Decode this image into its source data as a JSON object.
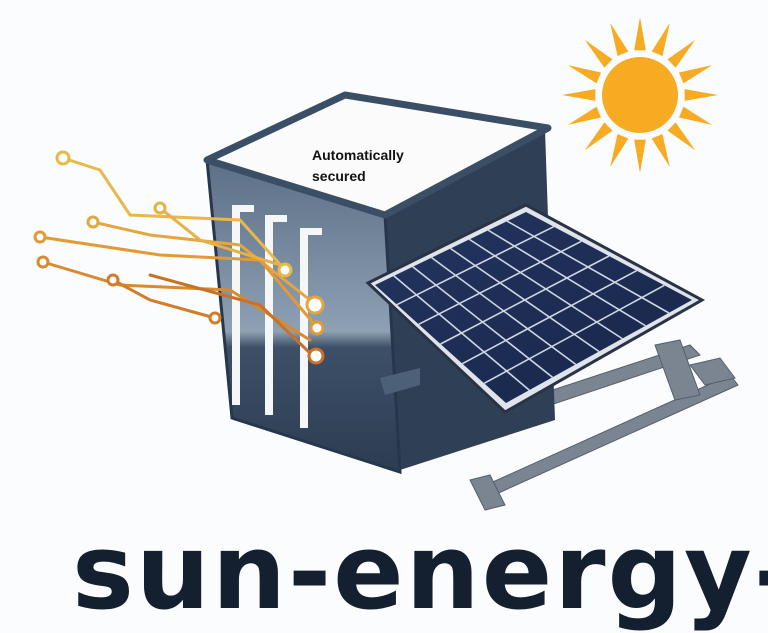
{
  "illustration": {
    "top_label_line1": "Automatically",
    "top_label_line2": "secured",
    "brand_text": "sun-energy-"
  },
  "colors": {
    "sun": "#f7ab23",
    "container": "#3a4f66",
    "panel": "#1f2f5a",
    "circuit": "#e0902c",
    "text": "#14202f"
  }
}
